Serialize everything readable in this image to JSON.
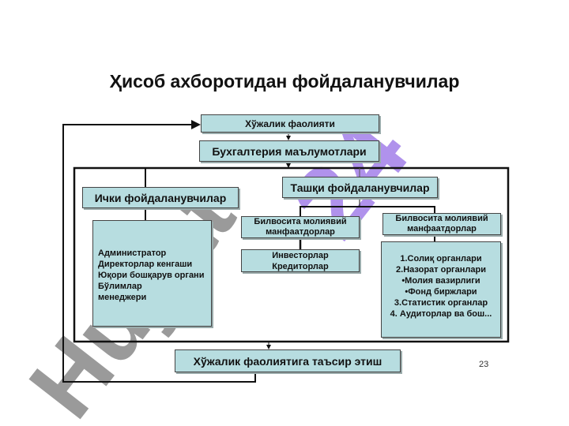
{
  "title": "Ҳисоб ахборотидан фойдаланувчилар",
  "boxes": {
    "activity": "Хўжалик фаолияти",
    "accounting": "Бухгалтерия маълумотлари",
    "internal": "Ички фойдаланувчилар",
    "external": "Ташқи фойдаланувчилар",
    "direct_interest": "Билвосита молиявий манфаатдорлар",
    "indirect_interest": "Билвосита молиявий манфаатдорлар",
    "investors": [
      "Инвесторлар",
      "Кредиторлар"
    ],
    "internal_list": [
      "Администратор",
      "Директорлар кенгаши",
      "Юқори бошқарув органи",
      "Бўлимлар",
      "менеджери"
    ],
    "external_list": [
      "1.Солиқ органлари",
      "2.Назорат органлари",
      "•Молия вазирлиги",
      "•Фонд биржлари",
      "3.Статистик органлар",
      "4. Аудиторлар ва бош..."
    ],
    "impact": "Хўжалик фаолиятига таъсир этиш"
  },
  "page_number": "23",
  "watermark": {
    "text1": "Hujjat",
    "text2": "24"
  }
}
